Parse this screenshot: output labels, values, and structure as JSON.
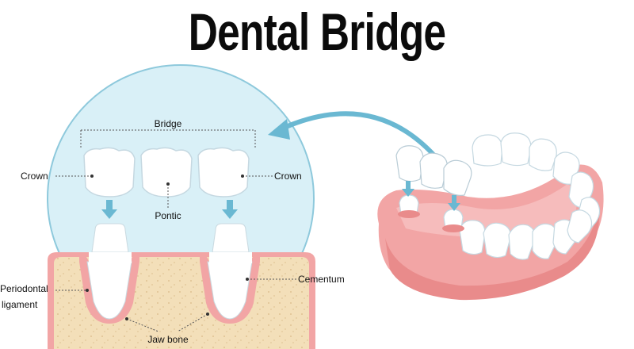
{
  "title": "Dental Bridge",
  "labels": {
    "bridge": "Bridge",
    "crown_left": "Crown",
    "crown_right": "Crown",
    "pontic": "Pontic",
    "periodontal_1": "Periodontal",
    "periodontal_2": "ligament",
    "cementum": "Cementum",
    "jaw_bone": "Jaw bone"
  },
  "colors": {
    "circle_fill": "#d9f0f7",
    "circle_stroke": "#8ec9dc",
    "arrow": "#6ab8d2",
    "bone": "#f3dfb9",
    "gum": "#f2a5a5",
    "gum_dark": "#e98b8b",
    "tooth": "#ffffff",
    "tooth_shade": "#e4eef3"
  }
}
